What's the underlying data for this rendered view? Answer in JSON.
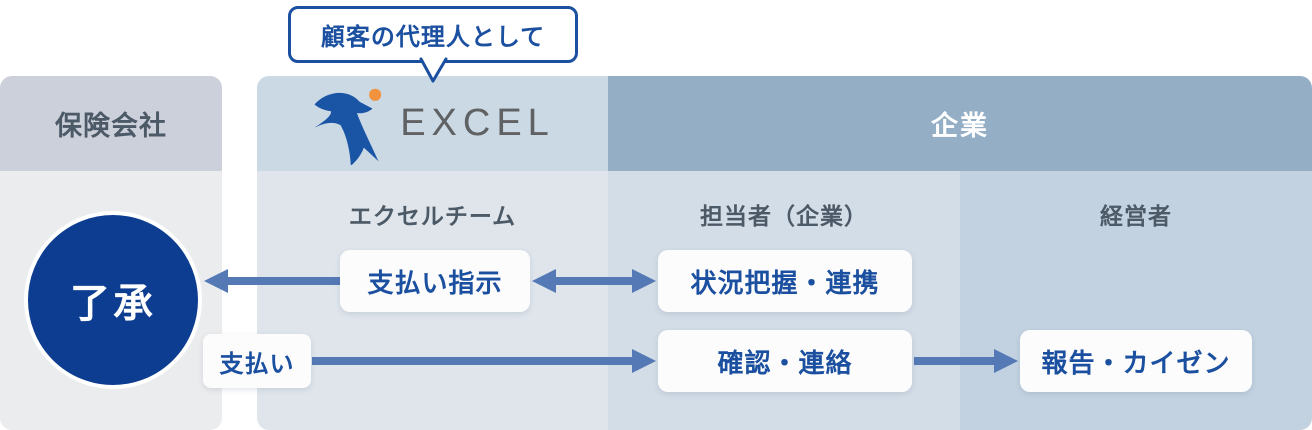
{
  "bubble": {
    "text": "顧客の代理人として"
  },
  "insurance": {
    "header": "保険会社",
    "circle_label": "了承"
  },
  "excel": {
    "brand": "EXCEL",
    "role_label": "エクセルチーム",
    "instruction_box": "支払い指示"
  },
  "company": {
    "header": "企業",
    "staff": {
      "role_label": "担当者（企業）",
      "status_box": "状況把握・連携",
      "confirm_box": "確認・連絡"
    },
    "manager": {
      "role_label": "経営者",
      "report_box": "報告・カイゼン"
    }
  },
  "flows": {
    "payment_label": "支払い"
  },
  "colors": {
    "accent": "#1b4fa0",
    "circle": "#0d3d90",
    "arrow": "#5479b5",
    "ins-header": "#ccd0da",
    "ins-body": "#ebeced",
    "excel-header": "#cbd9e4",
    "kigyo-header": "#93aec5",
    "col-excel": "#dfe5eb",
    "col-staff": "#d3dde7",
    "col-manager": "#c3d2e0",
    "label-gray": "#4c5966",
    "logo-gray": "#5f6163",
    "logo-orange": "#f0923e",
    "bird-blue": "#1a55a5"
  }
}
